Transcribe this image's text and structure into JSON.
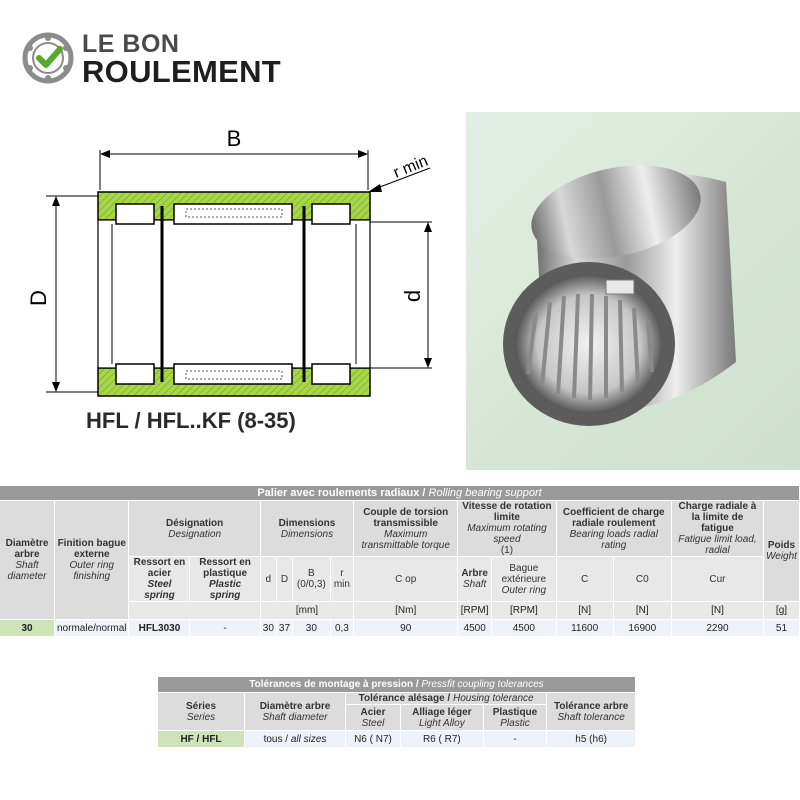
{
  "brand": {
    "line1": "LE BON",
    "line2": "ROULEMENT",
    "check_color": "#5aa62e"
  },
  "drawing": {
    "label_B": "B",
    "label_D": "D",
    "label_d": "d",
    "label_rmin": "r min",
    "series_title": "HFL / HFL..KF  (8-35)",
    "ring_color": "#9acd32"
  },
  "main_table": {
    "band_fr": "Palier avec roulements radiaux / ",
    "band_en": "Rolling bearing support",
    "headers": {
      "shaft_fr": "Diamètre arbre",
      "shaft_en": "Shaft diameter",
      "finish_fr": "Finition bague externe",
      "finish_en": "Outer ring finishing",
      "designation_fr": "Désignation",
      "designation_en": "Designation",
      "steel_fr": "Ressort en acier",
      "steel_en": "Steel spring",
      "plastic_fr": "Ressort en plastique",
      "plastic_en": "Plastic spring",
      "dimensions_fr": "Dimensions",
      "dimensions_en": "Dimensions",
      "d": "d",
      "D": "D",
      "B": "B (0/0,3)",
      "rmin": "r min",
      "torque_fr": "Couple de torsion transmissible",
      "torque_en": "Maximum transmittable torque",
      "cop": "C op",
      "speed_fr": "Vitesse de rotation limite",
      "speed_en": "Maximum rotating speed",
      "speed_note": "(1)",
      "shaft_sp_fr": "Arbre",
      "shaft_sp_en": "Shaft",
      "outer_sp_fr": "Bague extérieure",
      "outer_sp_en": "Outer ring",
      "load_fr": "Coefficient de charge radiale roulement",
      "load_en": "Bearing loads radial rating",
      "C": "C",
      "C0": "C0",
      "fatigue_fr": "Charge radiale à la limite de fatigue",
      "fatigue_en": "Fatigue limit load, radial",
      "cur": "Cur",
      "weight_fr": "Poids",
      "weight_en": "Weight"
    },
    "units": {
      "mm": "[mm]",
      "nm": "[Nm]",
      "rpm1": "[RPM]",
      "rpm2": "[RPM]",
      "n1": "[N]",
      "n2": "[N]",
      "n3": "[N]",
      "g": "[g]"
    },
    "row": {
      "shaft": "30",
      "finish": "normale/normal",
      "steel": "HFL3030",
      "plastic": "-",
      "d": "30",
      "D": "37",
      "B": "30",
      "rmin": "0,3",
      "cop": "90",
      "speed_shaft": "4500",
      "speed_outer": "4500",
      "C": "11600",
      "C0": "16900",
      "cur": "2290",
      "weight": "51"
    }
  },
  "tol_table": {
    "band_fr": "Tolérances de montage à pression / ",
    "band_en": "Pressfit coupling tolerances",
    "series_fr": "Séries",
    "series_en": "Series",
    "shaft_fr": "Diamètre arbre",
    "shaft_en": "Shaft diameter",
    "housing_fr": "Tolérance alésage / ",
    "housing_en": "Housing tolerance",
    "steel_fr": "Acier",
    "steel_en": "Steel",
    "alloy_fr": "Alliage léger",
    "alloy_en": "Light Alloy",
    "plastic_fr": "Plastique",
    "plastic_en": "Plastic",
    "shafttol_fr": "Tolérance arbre",
    "shafttol_en": "Shaft tolerance",
    "row": {
      "series": "HF / HFL",
      "shaft_fr": "tous / ",
      "shaft_en": "all sizes",
      "steel": "N6 ( N7)",
      "alloy": "R6 ( R7)",
      "plastic": "-",
      "shafttol": "h5 (h6)"
    }
  }
}
